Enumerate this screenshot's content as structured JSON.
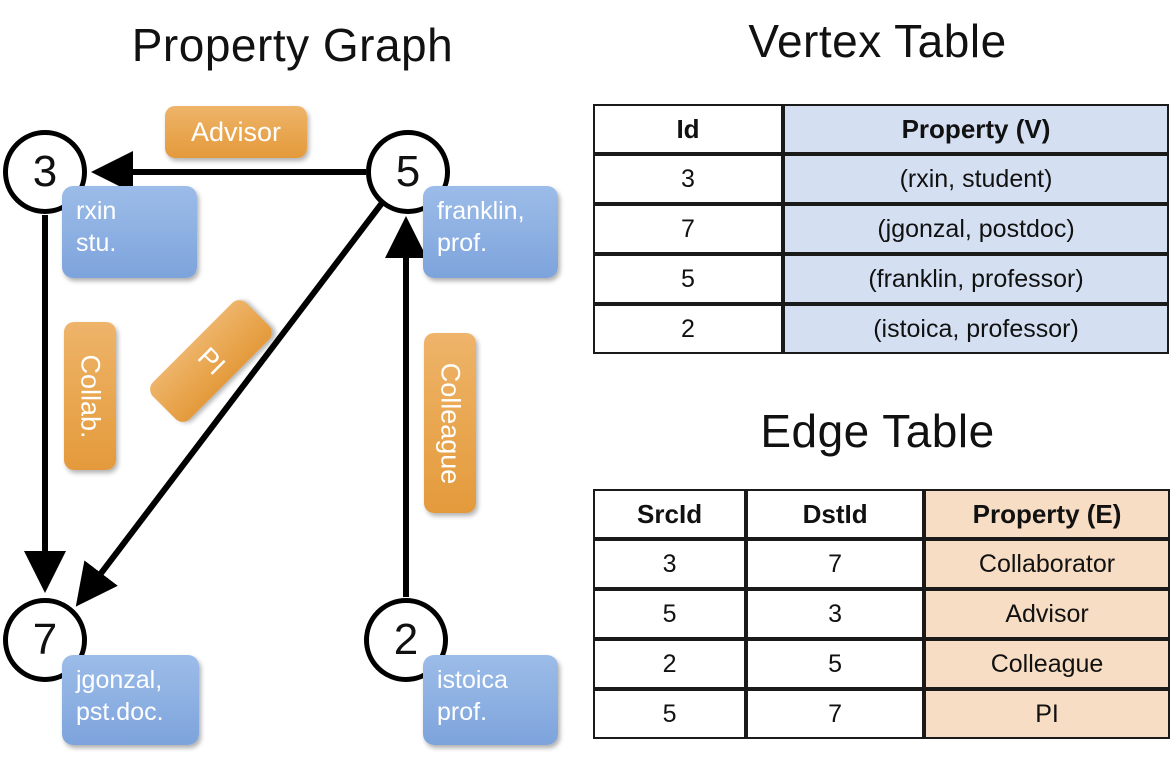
{
  "graph_panel": {
    "title": "Property Graph",
    "nodes": [
      {
        "id": "3",
        "property": "rxin\nstu.",
        "name": "node-3"
      },
      {
        "id": "5",
        "property": "franklin,\nprof.",
        "name": "node-5"
      },
      {
        "id": "7",
        "property": "jgonzal,\npst.doc.",
        "name": "node-7"
      },
      {
        "id": "2",
        "property": "istoica\nprof.",
        "name": "node-2"
      }
    ],
    "node_properties": {
      "n3_line1": "rxin",
      "n3_line2": "stu.",
      "n5_line1": "franklin,",
      "n5_line2": "prof.",
      "n7_line1": "jgonzal,",
      "n7_line2": "pst.doc.",
      "n2_line1": "istoica",
      "n2_line2": "prof."
    },
    "edge_labels": {
      "advisor": "Advisor",
      "collab": "Collab.",
      "pi": "PI",
      "colleague": "Colleague"
    },
    "edges": [
      {
        "from": "5",
        "to": "3",
        "label": "Advisor"
      },
      {
        "from": "3",
        "to": "7",
        "label": "Collab."
      },
      {
        "from": "5",
        "to": "7",
        "label": "PI"
      },
      {
        "from": "2",
        "to": "5",
        "label": "Colleague"
      }
    ]
  },
  "vertex_table": {
    "title": "Vertex Table",
    "headers": [
      "Id",
      "Property (V)"
    ],
    "rows": [
      {
        "id": "3",
        "property": "(rxin, student)"
      },
      {
        "id": "7",
        "property": "(jgonzal, postdoc)"
      },
      {
        "id": "5",
        "property": "(franklin, professor)"
      },
      {
        "id": "2",
        "property": "(istoica, professor)"
      }
    ]
  },
  "edge_table": {
    "title": "Edge Table",
    "headers": [
      "SrcId",
      "DstId",
      "Property (E)"
    ],
    "rows": [
      {
        "src": "3",
        "dst": "7",
        "property": "Collaborator"
      },
      {
        "src": "5",
        "dst": "3",
        "property": "Advisor"
      },
      {
        "src": "2",
        "dst": "5",
        "property": "Colleague"
      },
      {
        "src": "5",
        "dst": "7",
        "property": "PI"
      }
    ]
  },
  "colors": {
    "vertex_property_fill": "#d4e0f2",
    "edge_property_fill": "#f6ddc4",
    "node_property_box": "#8fb2e3",
    "edge_label_box": "#e9a751",
    "stroke": "#000000",
    "background": "#ffffff"
  }
}
